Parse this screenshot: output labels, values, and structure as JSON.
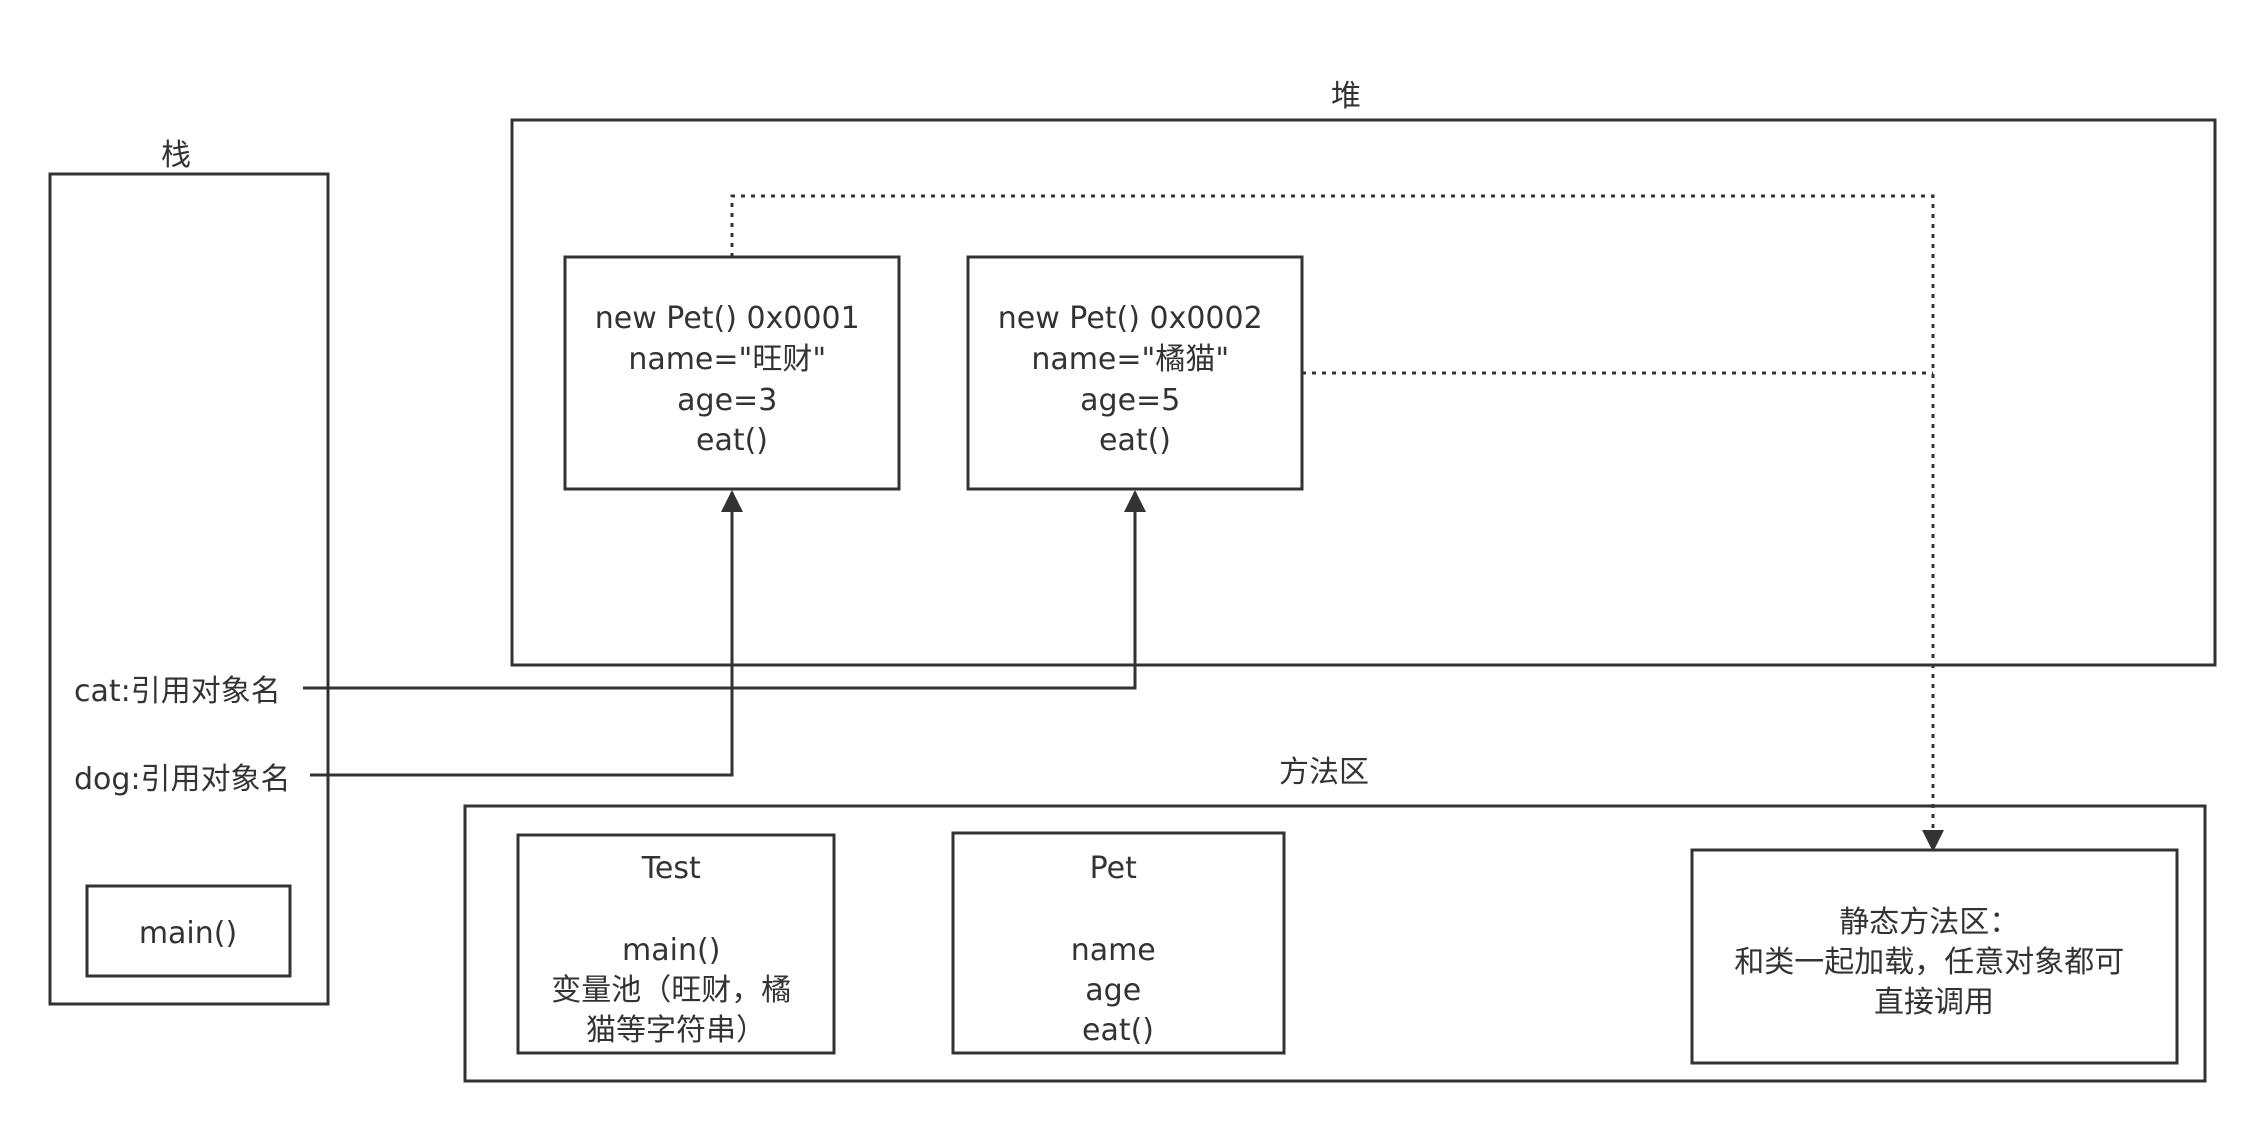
{
  "stack": {
    "title": "栈",
    "cat_label": "cat:引用对象名",
    "dog_label": "dog:引用对象名",
    "main_label": "main()"
  },
  "heap": {
    "title": "堆",
    "objects": [
      {
        "lines": [
          "new Pet() 0x0001",
          "name=\"旺财\"",
          "age=3",
          "eat()"
        ]
      },
      {
        "lines": [
          "new Pet() 0x0002",
          "name=\"橘猫\"",
          "age=5",
          "eat()"
        ]
      }
    ]
  },
  "method_area": {
    "title": "方法区",
    "test_class": {
      "lines": [
        "Test",
        "",
        "main()",
        "变量池（旺财，橘",
        "猫等字符串）"
      ]
    },
    "pet_class": {
      "lines": [
        "Pet",
        "",
        "name",
        "age",
        "eat()"
      ]
    },
    "static_area": {
      "lines": [
        "静态方法区：",
        "和类一起加载，任意对象都可",
        "直接调用"
      ]
    }
  },
  "colors": {
    "stroke": "#333333",
    "text": "#333333",
    "background": "#ffffff"
  }
}
